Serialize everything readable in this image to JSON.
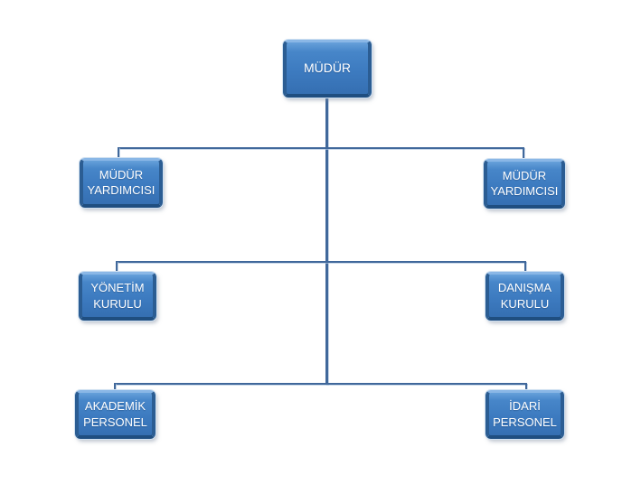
{
  "chart": {
    "type": "org-chart",
    "nodes": {
      "mudur": "MÜDÜR",
      "yardimci_sol": "MÜDÜR YARDIMCISI",
      "yardimci_sag": "MÜDÜR YARDIMCISI",
      "yonetim_kurulu": "YÖNETİM KURULU",
      "danisma_kurulu": "DANIŞMA KURULU",
      "akademik_personel": "AKADEMİK PERSONEL",
      "idari_personel": "İDARİ PERSONEL"
    },
    "hierarchy": [
      {
        "parent": "MÜDÜR",
        "children": [
          "MÜDÜR YARDIMCISI",
          "MÜDÜR YARDIMCISI",
          "YÖNETİM KURULU",
          "DANIŞMA KURULU",
          "AKADEMİK PERSONEL",
          "İDARİ PERSONEL"
        ]
      }
    ],
    "colors": {
      "box_fill": "#3d7bc0",
      "box_fill_highlight": "#66a0da",
      "box_frame_dark": "#2b5d93",
      "box_frame_light": "#8ab7e6",
      "connector": "#40689b",
      "text": "#ffffff",
      "background": "#ffffff"
    }
  }
}
